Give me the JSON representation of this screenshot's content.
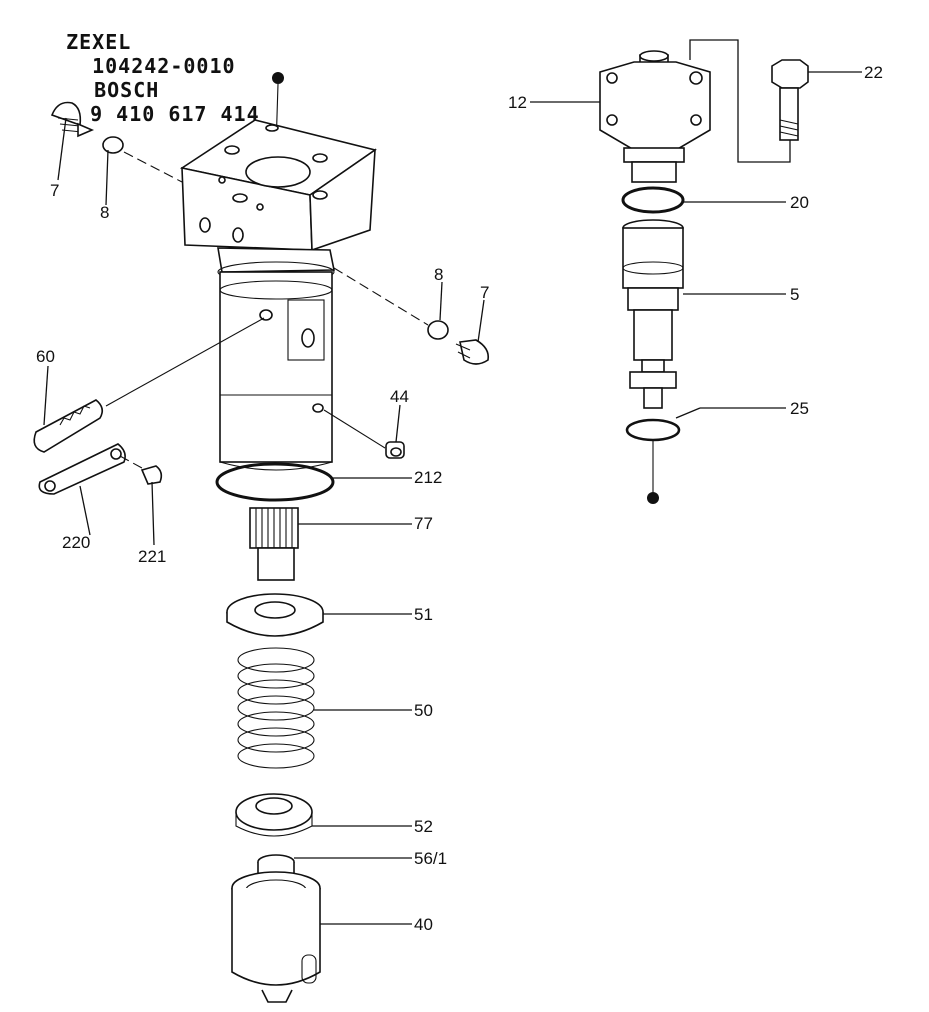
{
  "header": {
    "maker": "ZEXEL",
    "zexel_part_no": "104242-0010",
    "brand": "BOSCH",
    "bosch_part_no": "9 410 617 414"
  },
  "labels": {
    "p7a": "7",
    "p8a": "8",
    "p8b": "8",
    "p7b": "7",
    "p60": "60",
    "p44": "44",
    "p212": "212",
    "p77": "77",
    "p220": "220",
    "p221": "221",
    "p51": "51",
    "p50": "50",
    "p52": "52",
    "p56": "56/1",
    "p40": "40",
    "p12": "12",
    "p22": "22",
    "p20": "20",
    "p5": "5",
    "p25": "25"
  }
}
